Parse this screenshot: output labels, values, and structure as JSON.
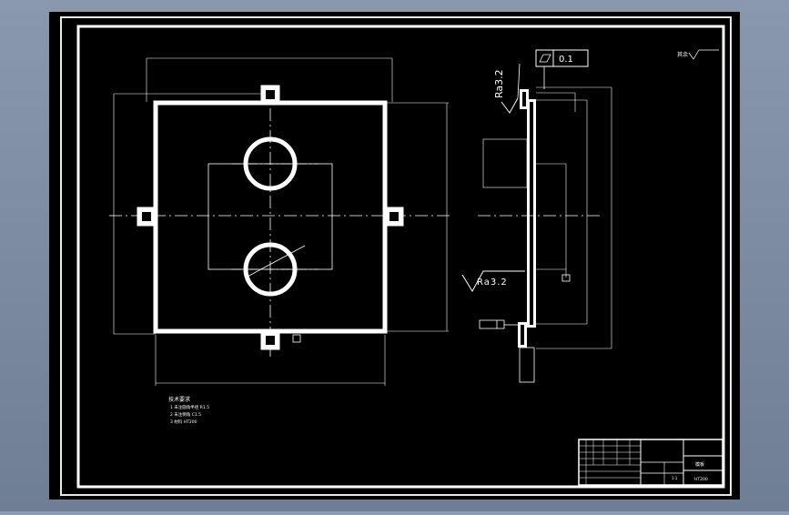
{
  "drawing": {
    "roughness_label": "Ra3.2",
    "flatness_value": "0.1",
    "general_roughness_prefix": "其余",
    "notes_title": "技术要求",
    "notes": [
      "1  未注圆角半径 R1.5",
      "2  未注倒角 C1.5",
      "3  材料 HT200"
    ],
    "title_block": {
      "part_name": "模板",
      "material": "HT200",
      "scale": "1:1"
    }
  },
  "colors": {
    "line": "#ffffff",
    "background": "#000000",
    "frame": "#e8e8e8"
  }
}
